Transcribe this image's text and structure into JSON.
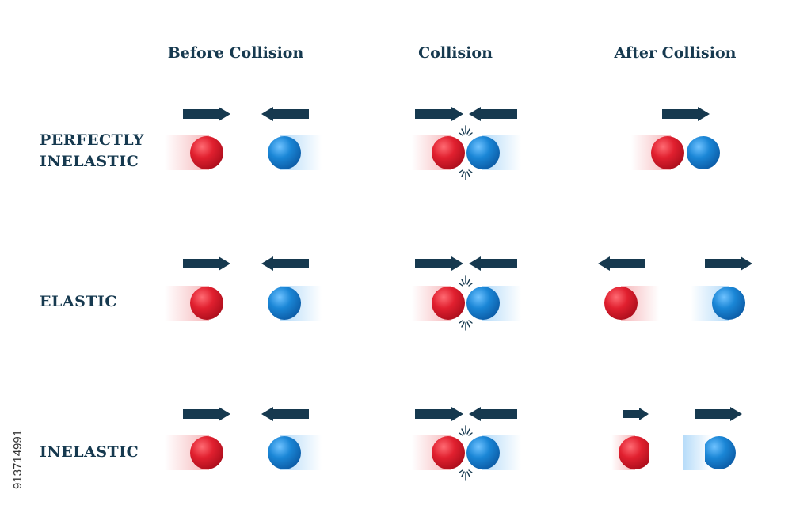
{
  "headers": {
    "before": "Before Collision",
    "collision": "Collision",
    "after": "After Collision"
  },
  "rows": {
    "perfectly_inelastic": {
      "line1": "PERFECTLY",
      "line2": "INELASTIC"
    },
    "elastic": {
      "label": "ELASTIC"
    },
    "inelastic": {
      "label": "INELASTIC"
    }
  },
  "stock_id": "913714991",
  "colors": {
    "text": "#16394f",
    "arrow": "#16394f",
    "ball_red": "#d9142a",
    "ball_blue": "#1477c9"
  }
}
